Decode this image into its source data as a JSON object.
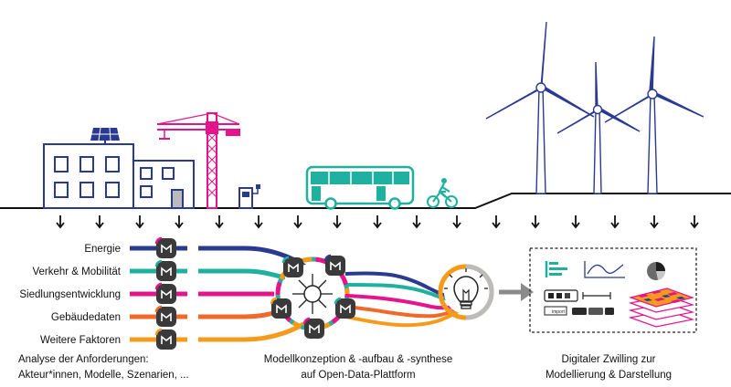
{
  "categories": [
    {
      "label": "Energie",
      "color": "#2b3a91"
    },
    {
      "label": "Verkehr & Mobilität",
      "color": "#1fb0a0"
    },
    {
      "label": "Siedlungsentwicklung",
      "color": "#e5148c"
    },
    {
      "label": "Gebäudedaten",
      "color": "#f0682a"
    },
    {
      "label": "Weitere Faktoren",
      "color": "#f59a1b"
    }
  ],
  "captions": {
    "left": [
      "Analyse der Anforderungen:",
      "Akteur*innen, Modelle, Szenarien, ..."
    ],
    "middle": [
      "Modellkonzeption & -aufbau & -synthese",
      "auf Open-Data-Plattform"
    ],
    "right": [
      "Digitaler Zwilling zur",
      "Modellierung & Darstellung"
    ]
  },
  "twin_panel": {
    "import_label": "import"
  },
  "colors": {
    "ground": "#111111",
    "building": "#2b3a91",
    "crane": "#e5148c",
    "bus": "#1fb0a0",
    "turbine": "#2b3a91",
    "node": "#3a3a3a",
    "arrow_gray": "#8a8a8a"
  },
  "icons": [
    "solar-panel-icon",
    "crane-icon",
    "charging-station-icon",
    "bus-icon",
    "cyclist-icon",
    "wind-turbine-icon",
    "lightbulb-icon",
    "network-hub-icon",
    "bar-chart-icon",
    "line-chart-icon",
    "pie-chart-icon",
    "map-layers-icon"
  ]
}
